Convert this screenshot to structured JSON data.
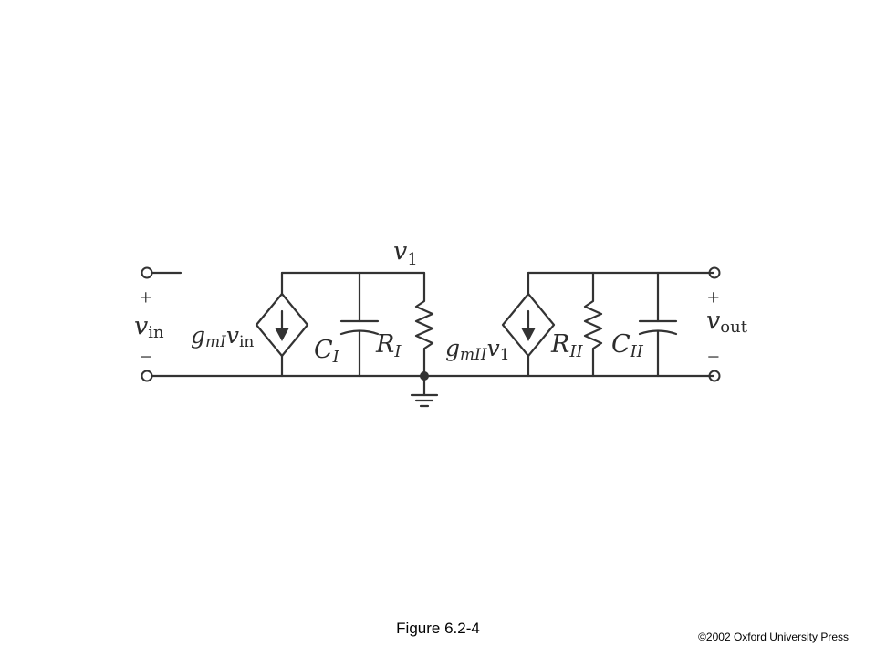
{
  "figure": {
    "caption": "Figure 6.2-4",
    "copyright": "©2002 Oxford University Press"
  },
  "labels": {
    "v_in": {
      "main": "v",
      "sub": "in"
    },
    "v_out": {
      "main": "v",
      "sub": "out"
    },
    "v1": {
      "main": "v",
      "sub": "1"
    },
    "plus_in": "+",
    "minus_in": "−",
    "plus_out": "+",
    "minus_out": "−",
    "gm1": {
      "g": "g",
      "sub": "mI",
      "v": "v",
      "vsub": "in"
    },
    "gm2": {
      "g": "g",
      "sub": "mII",
      "v": "v",
      "vsub": "1"
    },
    "C1": {
      "main": "C",
      "sub": "I"
    },
    "R1": {
      "main": "R",
      "sub": "I"
    },
    "C2": {
      "main": "C",
      "sub": "II"
    },
    "R2": {
      "main": "R",
      "sub": "II"
    }
  }
}
